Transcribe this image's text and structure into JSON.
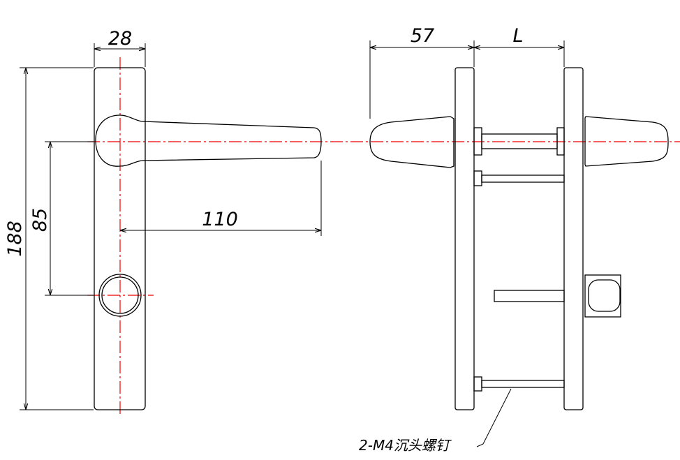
{
  "drawing": {
    "front_view": {
      "dim_width": "28",
      "dim_height": "188",
      "dim_handle_to_keyhole": "85",
      "dim_handle_length": "110"
    },
    "side_view": {
      "dim_handle_projection": "57",
      "dim_door_thickness": "L",
      "screw_note": "2-M4沉头螺钉"
    },
    "colors": {
      "centerline": "#e00000",
      "outline": "#000000"
    }
  }
}
